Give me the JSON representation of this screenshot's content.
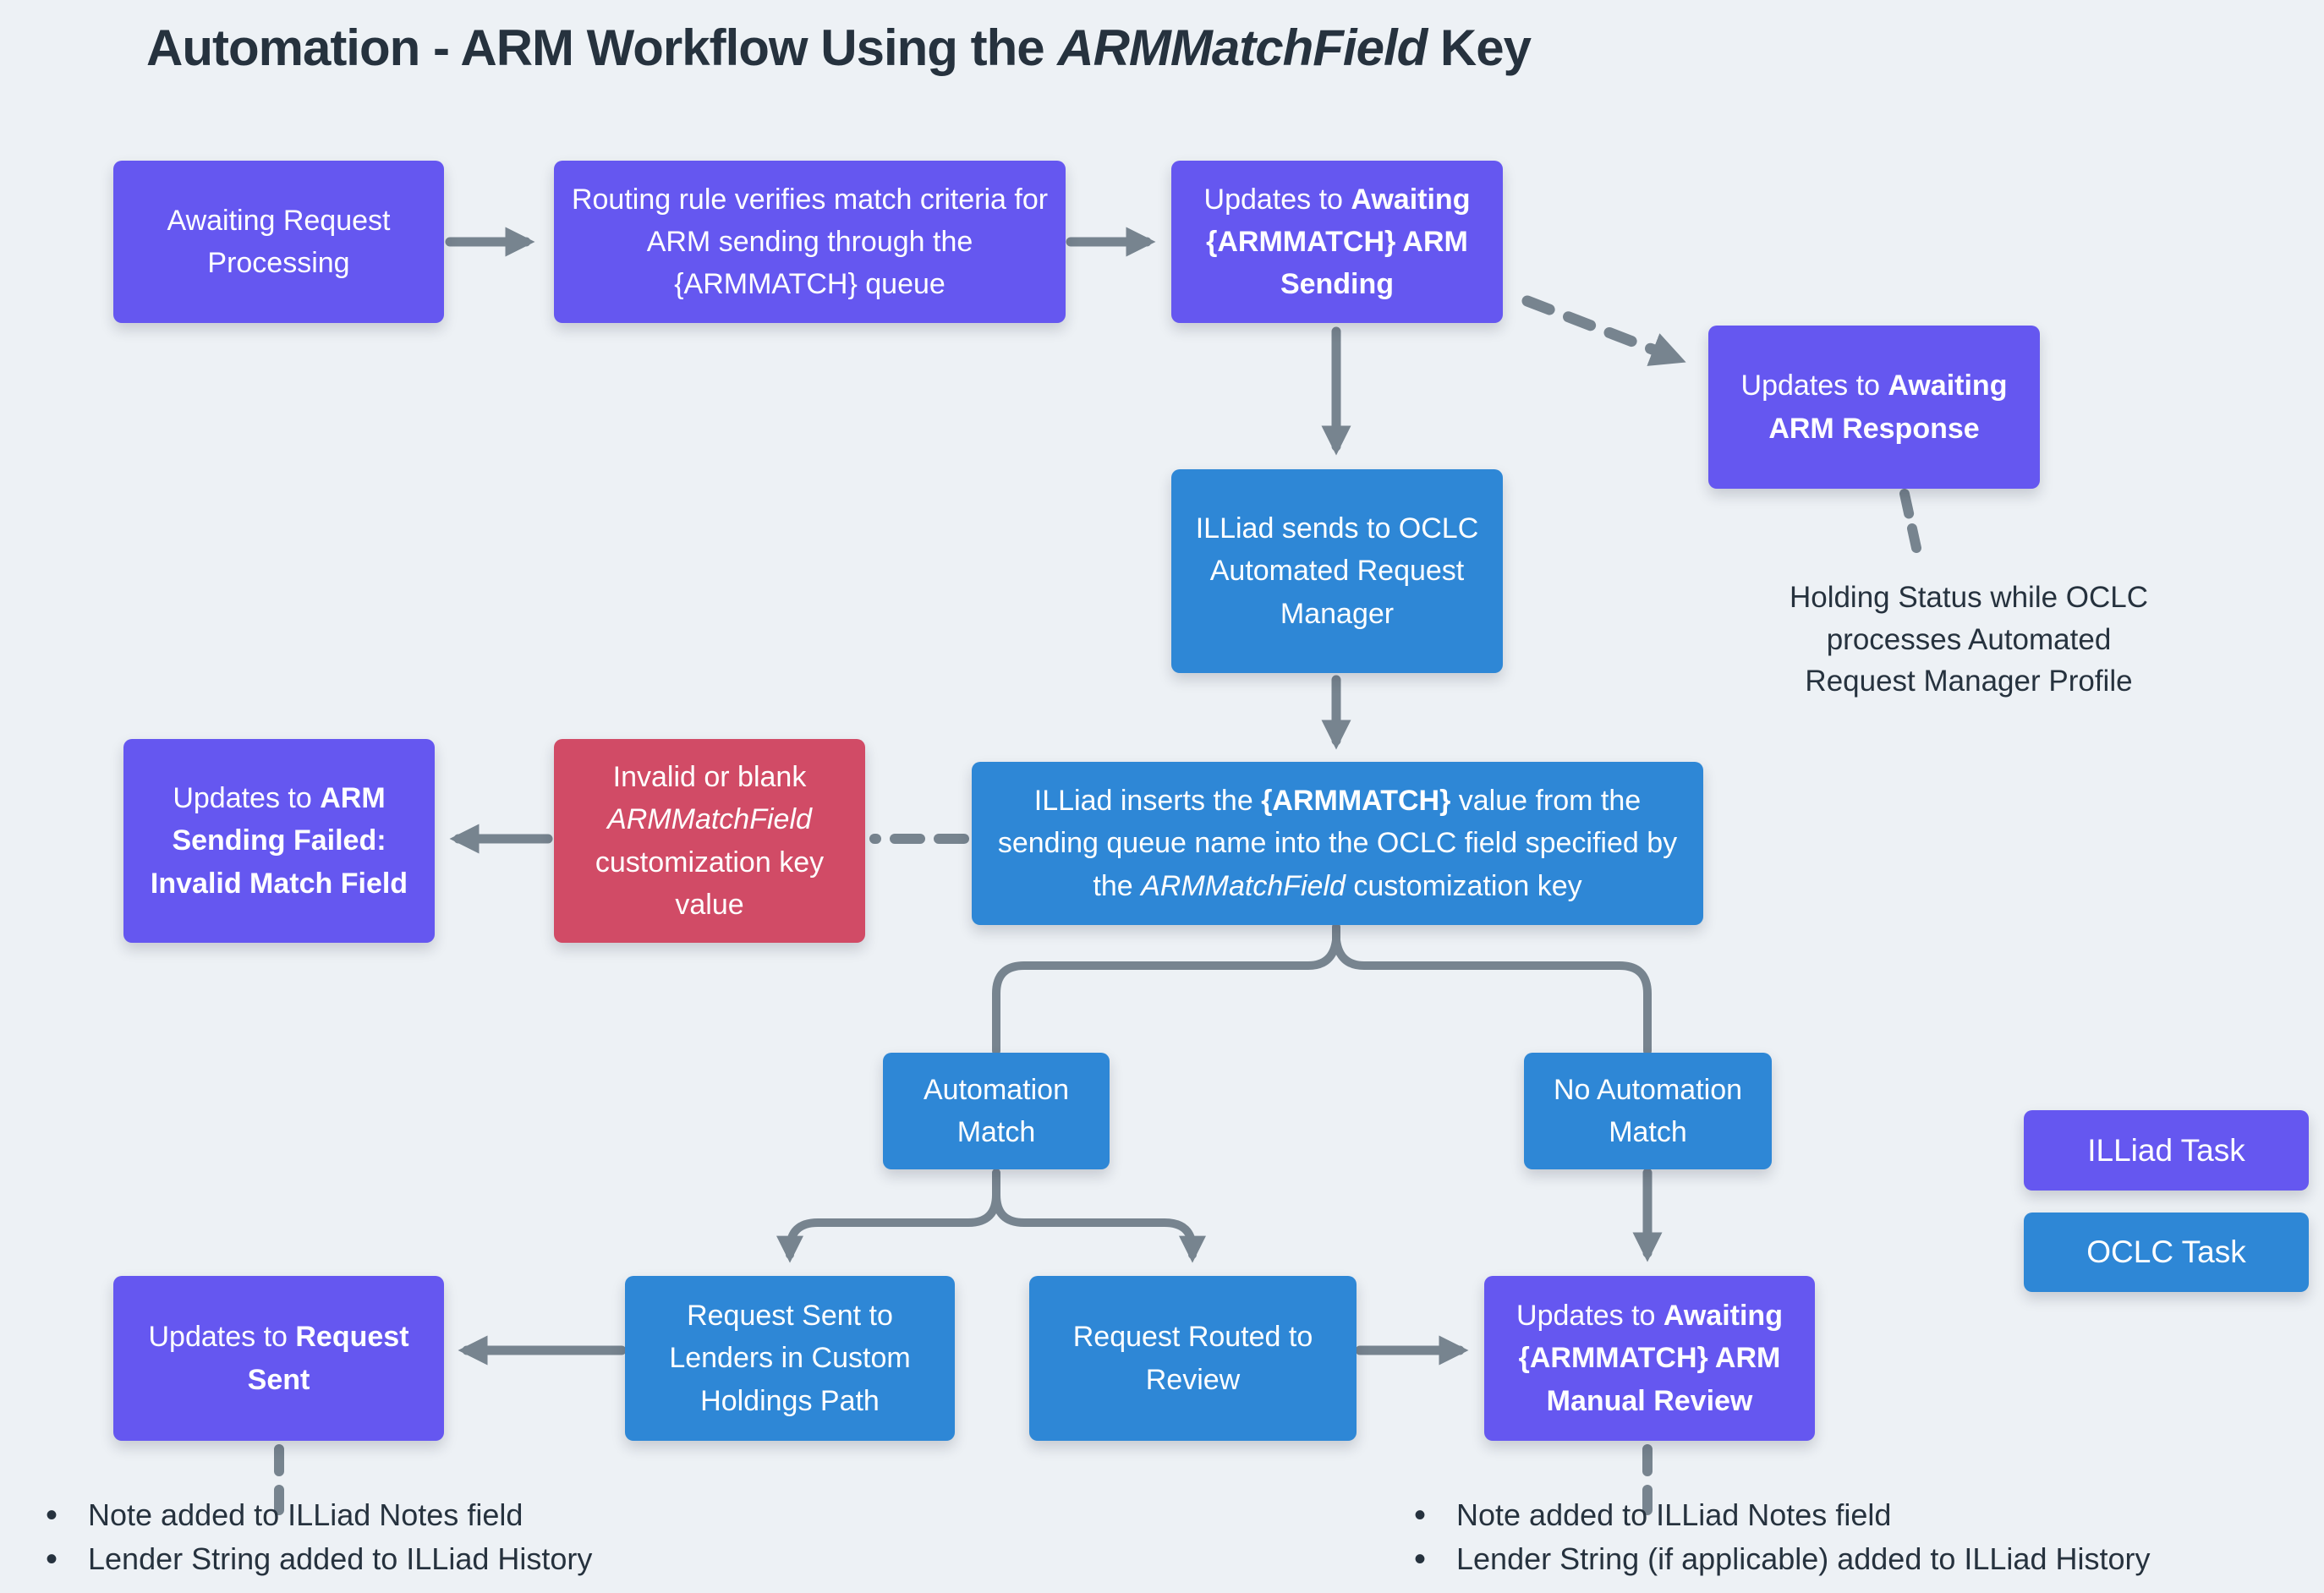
{
  "title": {
    "pre": "Automation - ARM Workflow Using the ",
    "italic": "ARMMatchField",
    "post": " Key"
  },
  "nodes": {
    "awaiting_request": {
      "text": "Awaiting Request Processing"
    },
    "routing_rule": {
      "text": "Routing rule verifies match criteria for ARM sending through the {ARMMATCH} queue"
    },
    "arm_sending": {
      "pre": "Updates to ",
      "bold": "Awaiting {ARMMATCH} ARM Sending"
    },
    "arm_response": {
      "pre": "Updates to ",
      "bold": "Awaiting ARM Response"
    },
    "illiad_sends": {
      "text": "ILLiad sends to OCLC Automated Request Manager"
    },
    "sending_failed": {
      "pre": "Updates to ",
      "bold": "ARM Sending Failed: Invalid Match Field"
    },
    "invalid_key": {
      "pre": "Invalid or blank ",
      "italic": "ARMMatchField",
      "post": " customization key value"
    },
    "inserts_value": {
      "s1": "ILLiad inserts the ",
      "b1": "{ARMMATCH}",
      "s2": " value from the sending queue name into the OCLC field specified by the ",
      "i1": "ARMMatchField",
      "s3": " customization key"
    },
    "automation_match": {
      "text": "Automation Match"
    },
    "no_automation_match": {
      "text": "No Automation Match"
    },
    "request_sent_status": {
      "pre": "Updates to ",
      "bold": "Request Sent"
    },
    "request_sent_lenders": {
      "text": "Request Sent to Lenders in Custom Holdings Path"
    },
    "request_routed": {
      "text": "Request Routed to Review"
    },
    "manual_review": {
      "pre": "Updates to ",
      "bold": "Awaiting {ARMMATCH} ARM Manual Review"
    }
  },
  "annotation": {
    "holding_status": "Holding Status while OCLC processes Automated Request Manager Profile"
  },
  "legend": {
    "illiad": "ILLiad Task",
    "oclc": "OCLC Task"
  },
  "bullets_left": [
    "Note added to ILLiad Notes field",
    "Lender String added to ILLiad History"
  ],
  "bullets_right": [
    "Note added to ILLiad Notes field",
    "Lender String (if applicable) added to ILLiad History"
  ],
  "colors": {
    "illiad_purple": "#6557F0",
    "oclc_blue": "#2E87D6",
    "error_red": "#D14B66",
    "connector_gray": "#77848F",
    "background": "#EDF1F5",
    "text_dark": "#26323E"
  }
}
